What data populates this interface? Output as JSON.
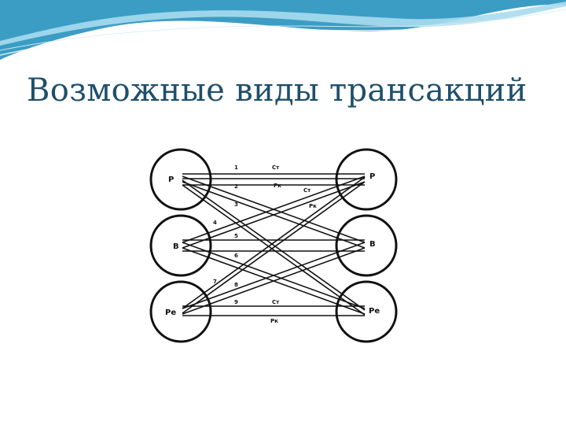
{
  "slide": {
    "title": "Возможные виды трансакций",
    "colors": {
      "title": "#1f4f6b",
      "wave_dark": "#3b9dc4",
      "wave_light": "#a9dcee",
      "line": "#111111"
    }
  },
  "diagram": {
    "left_states": [
      {
        "id": "L_P",
        "label": "Р"
      },
      {
        "id": "L_B",
        "label": "В"
      },
      {
        "id": "L_Re",
        "label": "Ре"
      }
    ],
    "right_states": [
      {
        "id": "R_P",
        "label": "Р"
      },
      {
        "id": "R_B",
        "label": "В"
      },
      {
        "id": "R_Re",
        "label": "Ре"
      }
    ],
    "transactions": [
      {
        "n": "1",
        "from": "L_P",
        "to": "R_P"
      },
      {
        "n": "2",
        "from": "R_P",
        "to": "L_P"
      },
      {
        "n": "3",
        "from": "L_P",
        "to": "R_B"
      },
      {
        "n": "4",
        "from": "L_B",
        "to": "R_P"
      },
      {
        "n": "5",
        "from": "L_B",
        "to": "R_B"
      },
      {
        "n": "6",
        "from": "L_B",
        "to": "R_Re"
      },
      {
        "n": "7",
        "from": "L_Re",
        "to": "R_B"
      },
      {
        "n": "8",
        "from": "L_Re",
        "to": "R_P"
      },
      {
        "n": "9",
        "from": "L_Re",
        "to": "R_Re"
      }
    ],
    "stimulus_labels": [
      "Ст",
      "Ст",
      "Ст"
    ],
    "response_labels": [
      "Рк",
      "Рк",
      "Рк"
    ]
  }
}
